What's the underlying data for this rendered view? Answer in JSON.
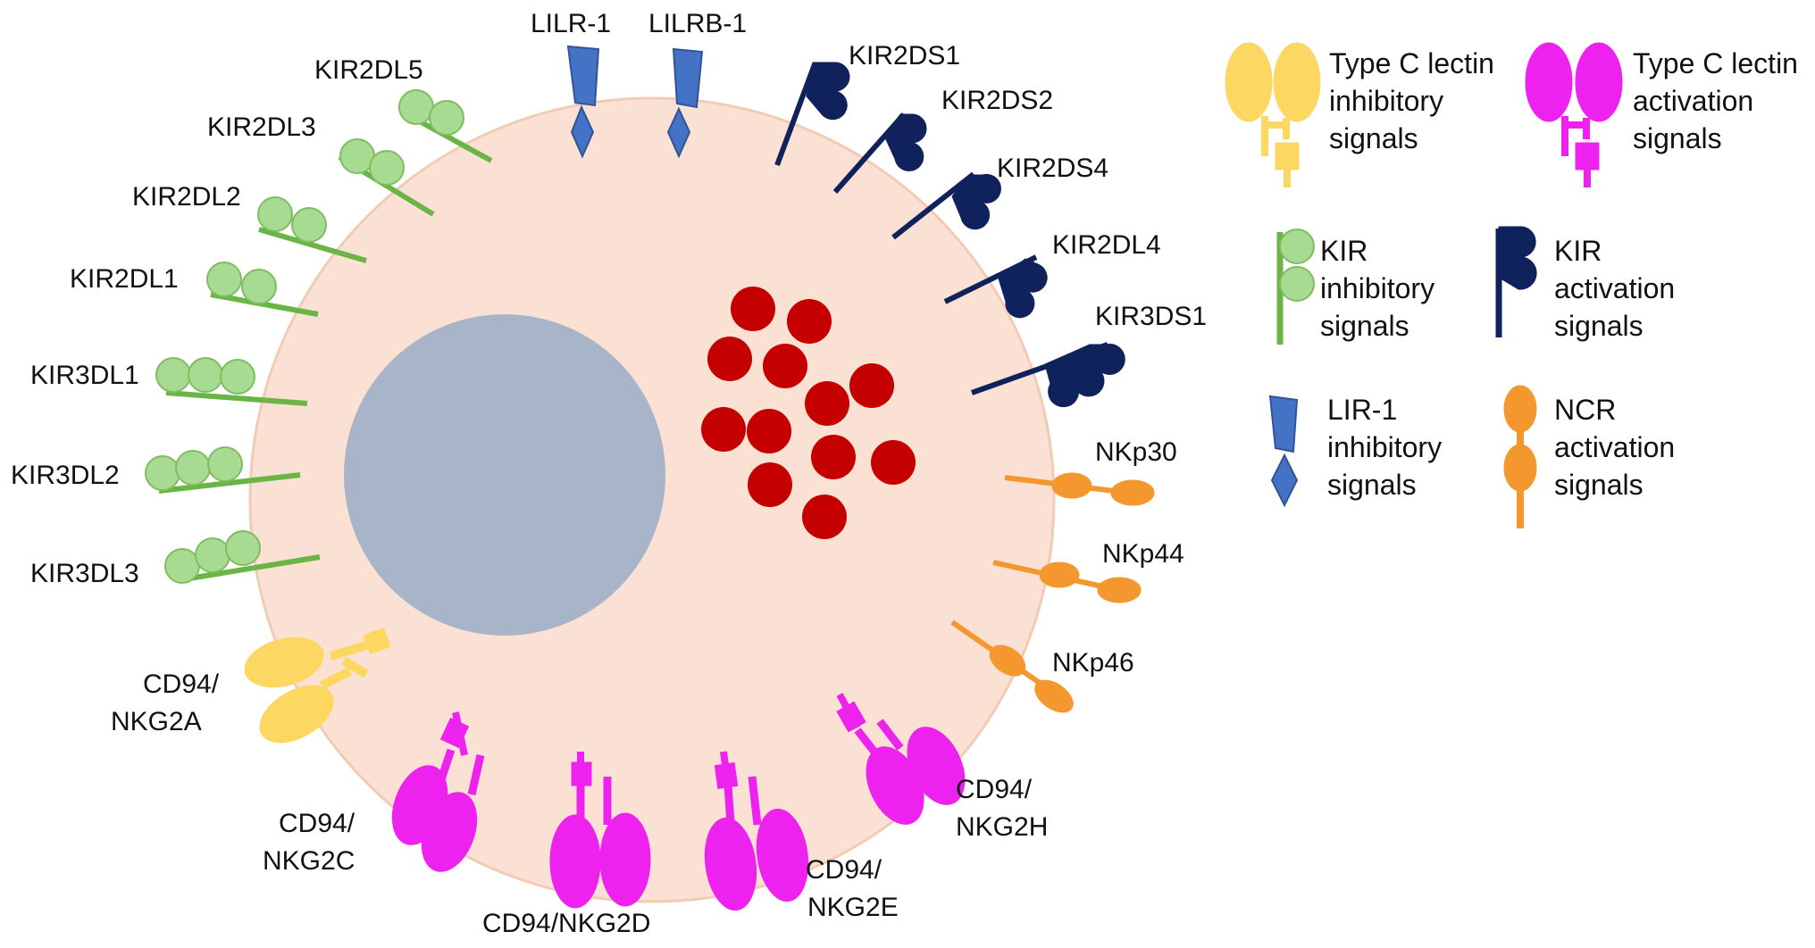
{
  "colors": {
    "cell_fill": "#fbe1d4",
    "cell_stroke": "#f2cbb5",
    "nucleus": "#a8b4c7",
    "granule": "#c40000",
    "kir_inhibitory_stem": "#6ab545",
    "kir_inhibitory_ball": "#a7db92",
    "kir_activation": "#10225c",
    "lir": "#4472c4",
    "ncr": "#f4972f",
    "lectin_inhibitory": "#fcd862",
    "lectin_activation": "#ee22ee"
  },
  "receptors": {
    "kir_inhibitory": [
      "KIR2DL5",
      "KIR2DL3",
      "KIR2DL2",
      "KIR2DL1",
      "KIR3DL1",
      "KIR3DL2",
      "KIR3DL3"
    ],
    "lir": [
      "LILR-1",
      "LILRB-1"
    ],
    "kir_activation": [
      "KIR2DS1",
      "KIR2DS2",
      "KIR2DS4",
      "KIR2DL4",
      "KIR3DS1"
    ],
    "ncr": [
      "NKp30",
      "NKp44",
      "NKp46"
    ],
    "lectin_inhibitory": [
      "CD94/",
      "NKG2A"
    ],
    "lectin_activation": [
      [
        "CD94/",
        "NKG2C"
      ],
      [
        "CD94/NKG2D"
      ],
      [
        "CD94/",
        "NKG2E"
      ],
      [
        "CD94/",
        "NKG2H"
      ]
    ]
  },
  "legend": [
    {
      "icon": "lectin-inhibitory",
      "lines": [
        "Type C lectin",
        "inhibitory",
        "signals"
      ]
    },
    {
      "icon": "lectin-activation",
      "lines": [
        "Type C lectin",
        "activation",
        "signals"
      ]
    },
    {
      "icon": "kir-inhibitory",
      "lines": [
        "KIR",
        "inhibitory",
        "signals"
      ]
    },
    {
      "icon": "kir-activation",
      "lines": [
        "KIR",
        "activation",
        "signals"
      ]
    },
    {
      "icon": "lir",
      "lines": [
        "LIR-1",
        "inhibitory",
        "signals"
      ]
    },
    {
      "icon": "ncr",
      "lines": [
        "NCR",
        "activation",
        "signals"
      ]
    }
  ]
}
